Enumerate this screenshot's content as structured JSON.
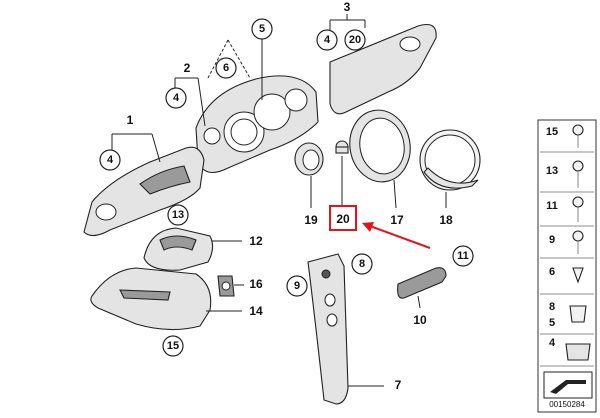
{
  "callouts": [
    "1",
    "2",
    "3",
    "4",
    "4",
    "4",
    "4",
    "5",
    "6",
    "7",
    "8",
    "9",
    "10",
    "11",
    "12",
    "13",
    "14",
    "15",
    "16",
    "17",
    "18",
    "19",
    "20"
  ],
  "highlight": {
    "label": "20",
    "color": "#e0151b",
    "arrow_color": "#e0151b"
  },
  "side_panel": {
    "items": [
      "15",
      "13",
      "11",
      "9",
      "6",
      "8",
      "5",
      "4"
    ]
  },
  "reference": "00150284"
}
